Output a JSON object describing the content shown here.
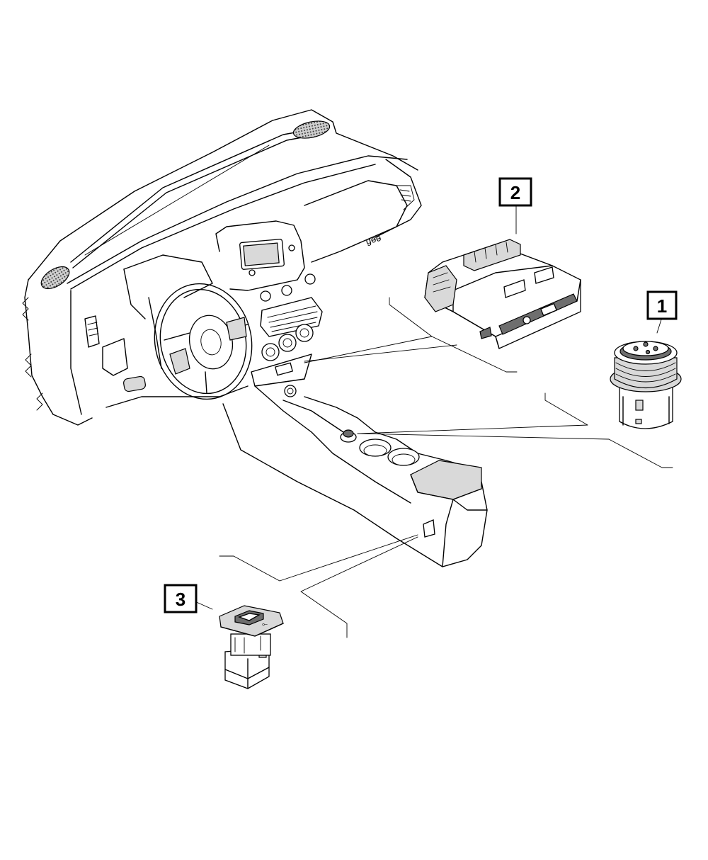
{
  "callouts": [
    {
      "id": "1",
      "label": "1"
    },
    {
      "id": "2",
      "label": "2"
    },
    {
      "id": "3",
      "label": "3"
    }
  ],
  "colors": {
    "line": "#000000",
    "background": "#ffffff",
    "shade": "#d9d9d9"
  }
}
